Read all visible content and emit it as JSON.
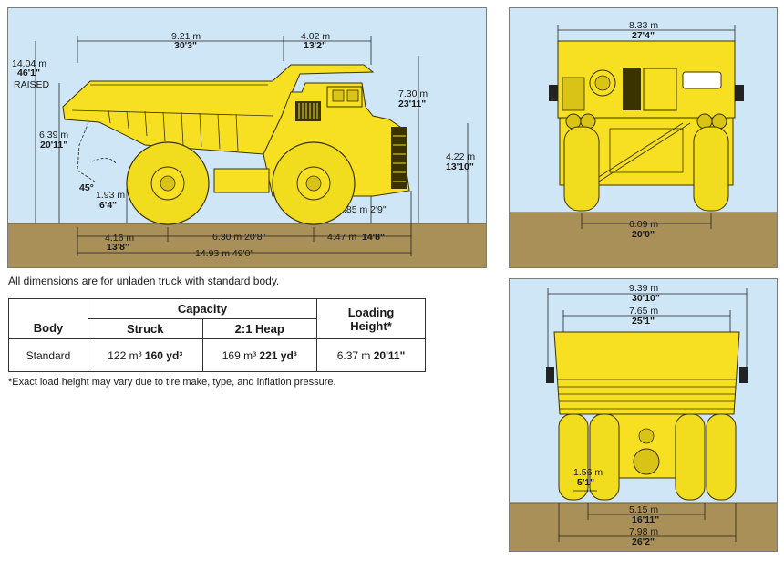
{
  "side_view": {
    "dim_total_length": "14.93 m 49'0\"",
    "dim_wheelbase": "6.30 m 20'8\"",
    "dim_front_to_axle_m": "4.16 m",
    "dim_front_to_axle_ft": "13'8\"",
    "dim_rear_overhang_m": "4.47 m",
    "dim_rear_overhang_ft": "14'8\"",
    "dim_body_length_m": "9.21 m",
    "dim_body_length_ft": "30'3\"",
    "dim_cab_length_m": "4.02 m",
    "dim_cab_length_ft": "13'2\"",
    "dim_raised_m": "14.04 m",
    "dim_raised_ft": "46'1\"",
    "dim_raised_label": "RAISED",
    "dim_load_height_m": "6.39 m",
    "dim_load_height_ft": "20'11\"",
    "dim_overall_height_m": "7.30 m",
    "dim_overall_height_ft": "23'11\"",
    "dim_canopy_height_m": "4.22 m",
    "dim_canopy_height_ft": "13'10\"",
    "dim_dump_clearance_m": "1.93 m",
    "dim_dump_clearance_ft": "6'4\"",
    "dim_dump_angle": "45°",
    "dim_ground_clearance": ".85 m 2'9\""
  },
  "front_view": {
    "dim_width_m": "8.33 m",
    "dim_width_ft": "27'4\"",
    "dim_tread_m": "6.09 m",
    "dim_tread_ft": "20'0\""
  },
  "rear_view": {
    "dim_body_width_m": "9.39 m",
    "dim_body_width_ft": "30'10\"",
    "dim_inner_width_m": "7.65 m",
    "dim_inner_width_ft": "25'1\"",
    "dim_tire_m": "1.56 m",
    "dim_tire_ft": "5'1\"",
    "dim_rear_tread_m": "5.15 m",
    "dim_rear_tread_ft": "16'11\"",
    "dim_overall_width_m": "7.98 m",
    "dim_overall_width_ft": "26'2\""
  },
  "note": "All dimensions are for unladen truck with standard body.",
  "table": {
    "col_body": "Body",
    "col_capacity": "Capacity",
    "col_struck": "Struck",
    "col_heap": "2:1 Heap",
    "col_loading": "Loading",
    "col_height": "Height*",
    "row_body": "Standard",
    "row_struck_metric": "122 m³",
    "row_struck_imperial": "160 yd³",
    "row_heap_metric": "169 m³",
    "row_heap_imperial": "221 yd³",
    "row_height_metric": "6.37 m",
    "row_height_imperial": "20'11\""
  },
  "footnote": "*Exact load height may vary due to tire make, type, and inflation pressure.",
  "colors": {
    "truck": "#f7e022",
    "truck_stroke": "#3a3300",
    "sky": "#cfe6f7",
    "ground": "#a98f58",
    "tire": "#f2dc1e"
  }
}
